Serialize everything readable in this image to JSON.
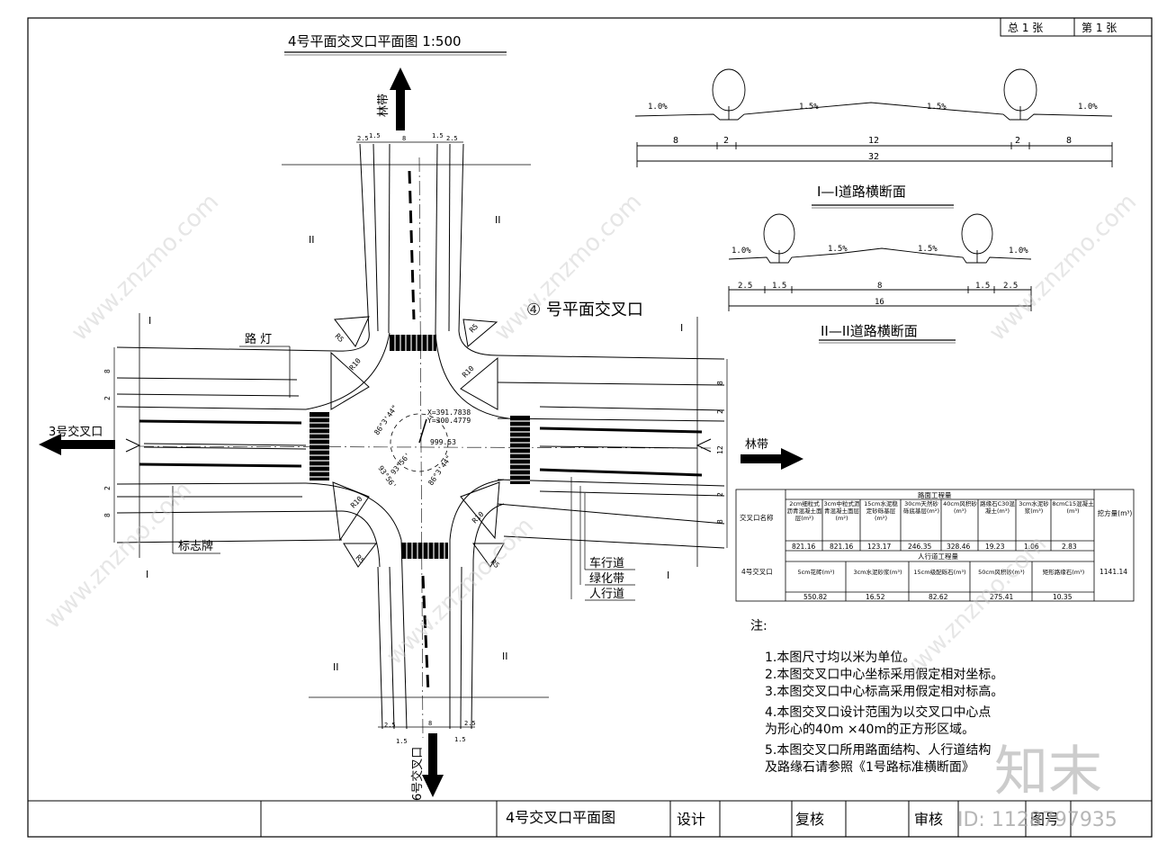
{
  "sheet": {
    "total_label": "总  1  张",
    "page_label": "第  1  张"
  },
  "main_title": "4号平面交叉口平面图   1:500",
  "intersection_label": "④ 号平面交叉口",
  "directions": {
    "north": "林带",
    "east": "林带",
    "west": "3号交叉口",
    "south": "6号交叉口"
  },
  "plan_labels": {
    "street_lamp": "路 灯",
    "sign": "标志牌",
    "section_i": "I",
    "section_ii": "II",
    "lane": "车行道",
    "green_belt": "绿化带",
    "sidewalk": "人行道",
    "coord_x": "X=391.7838",
    "coord_y": "Y=300.4779",
    "elevation": "999.53",
    "angle_1": "86°3'44\"",
    "angle_2": "93°56'",
    "angle_3": "86°3'44\"",
    "angle_4": "93°56'",
    "r10": "R10",
    "r5": "R5",
    "dim_8": "8",
    "dim_2": "2",
    "dim_12": "12",
    "dim_25": "2.5",
    "dim_15": "1.5"
  },
  "section_1": {
    "title": "I—I道路横断面",
    "slopes": [
      "1.0%",
      "1.5%",
      "1.5%",
      "1.0%"
    ],
    "dims": [
      "8",
      "2",
      "12",
      "2",
      "8"
    ],
    "total": "32"
  },
  "section_2": {
    "title": "II—II道路横断面",
    "slopes": [
      "1.0%",
      "1.5%",
      "1.5%",
      "1.0%"
    ],
    "dims": [
      "2.5",
      "1.5",
      "8",
      "1.5",
      "2.5"
    ],
    "total": "16"
  },
  "quantity_table": {
    "road_header": "路面工程量",
    "sidewalk_header": "人行道工程量",
    "name_header": "交叉口名称",
    "name": "4号交叉口",
    "fill_header": "挖方量(m³)",
    "fill_value": "1141.14",
    "road_cols": [
      "2cm细粒式沥青混凝土面层(m²)",
      "3cm中粒式沥青混凝土面层(m²)",
      "15cm水泥稳定砂砾基层(m²)",
      "30cm天然砂砾底基层(m²)",
      "40cm风积砂(m³)",
      "路缘石C30混凝土(m³)",
      "3cm水泥砂浆(m³)",
      "8cmC15混凝土(m³)"
    ],
    "road_vals": [
      "821.16",
      "821.16",
      "123.17",
      "246.35",
      "328.46",
      "19.23",
      "1.06",
      "2.83"
    ],
    "side_cols": [
      "5cm花砖(m²)",
      "3cm水泥砂浆(m³)",
      "15cm级配砾石(m³)",
      "50cm风积砂(m³)",
      "矩形路缘石(m³)"
    ],
    "side_vals": [
      "550.82",
      "16.52",
      "82.62",
      "275.41",
      "10.35"
    ]
  },
  "notes": {
    "heading": "注:",
    "items": [
      "1.本图尺寸均以米为单位。",
      "2.本图交叉口中心坐标采用假定相对坐标。",
      "3.本图交叉口中心标高采用假定相对标高。",
      "4.本图交叉口设计范围为以交叉口中心点",
      "   为形心的40m ×40m的正方形区域。",
      "5.本图交叉口所用路面结构、人行道结构",
      "   及路缘石请参照《1号路标准横断面》"
    ]
  },
  "title_block": {
    "drawing_name": "4号交叉口平面图",
    "design": "设计",
    "check": "复核",
    "review": "审核",
    "number": "图号"
  },
  "watermarks": {
    "site": "www.znzmo.com",
    "brand": "知末",
    "id": "ID: 1128797935"
  }
}
